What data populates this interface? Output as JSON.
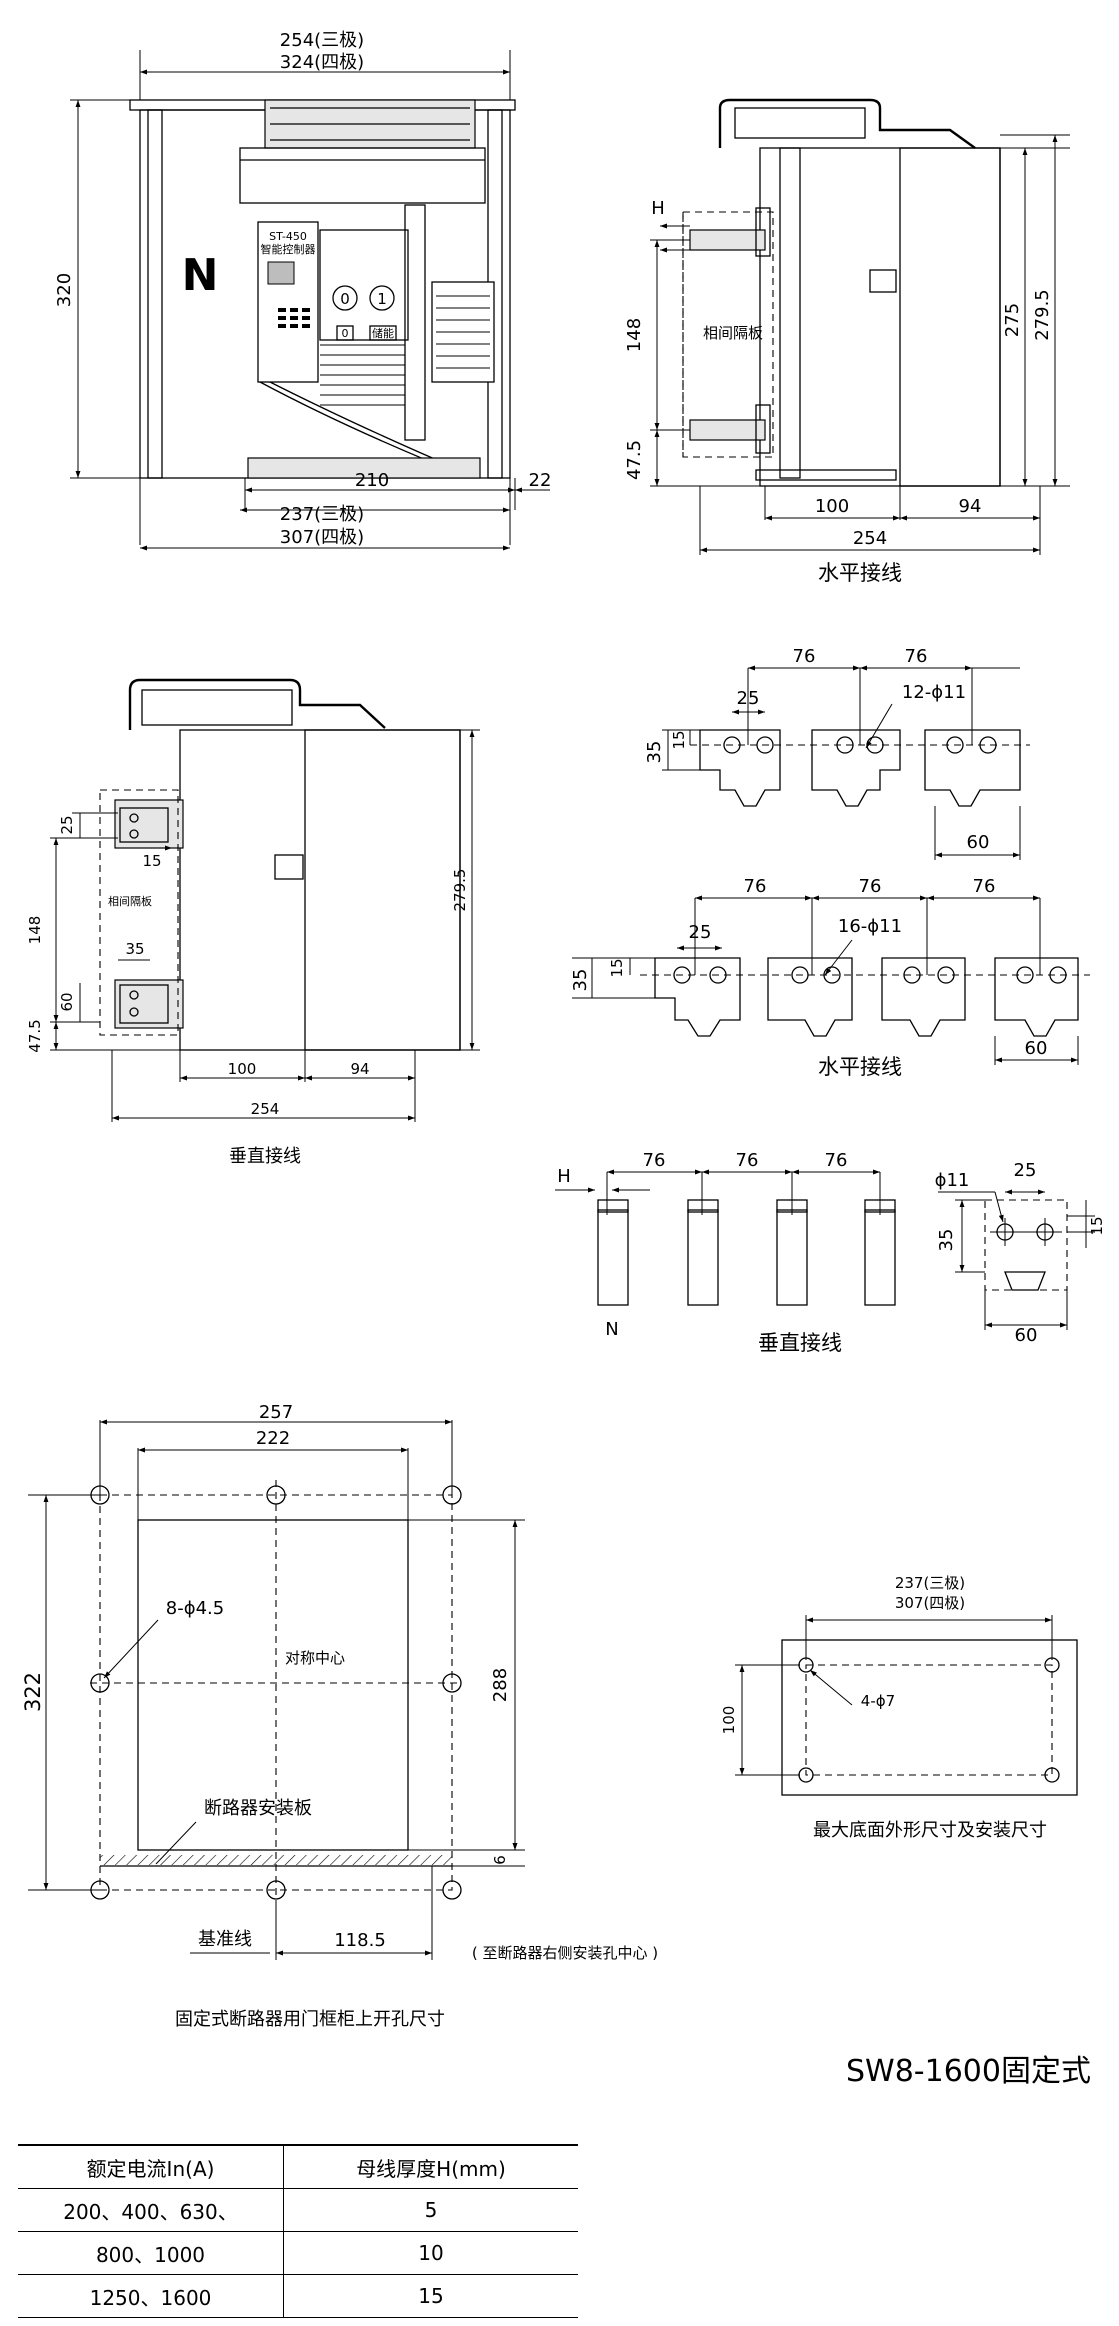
{
  "top_front": {
    "width_3p": "254(三极)",
    "width_4p": "324(四极)",
    "height": "320",
    "n_mark": "N",
    "controller_model": "ST-450",
    "controller_name": "智能控制器",
    "button_off": "0",
    "button_on": "1",
    "button_off_small": "0",
    "button_reset": "储能",
    "dim_210": "210",
    "dim_22": "22",
    "dim_237": "237(三极)",
    "dim_307": "307(四极)"
  },
  "top_side": {
    "label_h": "H",
    "dim_148": "148",
    "dim_47_5": "47.5",
    "phase_plate": "相间隔板",
    "dim_275": "275",
    "dim_279_5": "279.5",
    "dim_100": "100",
    "dim_94": "94",
    "dim_254": "254",
    "caption": "水平接线"
  },
  "vertical_side": {
    "dim_25": "25",
    "dim_15": "15",
    "dim_148": "148",
    "phase_plate": "相间隔板",
    "dim_35": "35",
    "dim_60": "60",
    "dim_47_5": "47.5",
    "dim_279_5": "279.5",
    "dim_100": "100",
    "dim_94": "94",
    "dim_254": "254",
    "caption": "垂直接线"
  },
  "horizontal_3p": {
    "dim_76a": "76",
    "dim_76b": "76",
    "dim_25": "25",
    "holes": "12-ϕ11",
    "dim_15": "15",
    "dim_35": "35",
    "dim_60": "60"
  },
  "horizontal_4p": {
    "dim_76a": "76",
    "dim_76b": "76",
    "dim_76c": "76",
    "dim_25": "25",
    "holes": "16-ϕ11",
    "dim_15": "15",
    "dim_35": "35",
    "dim_60": "60",
    "caption": "水平接线"
  },
  "vertical_bus": {
    "label_h": "H",
    "dim_76a": "76",
    "dim_76b": "76",
    "dim_76c": "76",
    "label_n": "N",
    "caption": "垂直接线",
    "hole": "ϕ11",
    "dim_25": "25",
    "dim_35": "35",
    "dim_15": "15",
    "dim_60": "60"
  },
  "door_cutout": {
    "dim_257": "257",
    "dim_222": "222",
    "holes": "8-ϕ4.5",
    "center": "对称中心",
    "dim_322": "322",
    "dim_288": "288",
    "mount_plate": "断路器安装板",
    "dim_6": "6",
    "baseline": "基准线",
    "dim_118_5": "118.5",
    "note": "( 至断路器右侧安装孔中心 )",
    "caption": "固定式断路器用门框柜上开孔尺寸"
  },
  "base_mount": {
    "dim_237": "237(三极)",
    "dim_307": "307(四极)",
    "holes": "4-ϕ7",
    "dim_100": "100",
    "caption": "最大底面外形尺寸及安装尺寸"
  },
  "model": "SW8-1600固定式",
  "table": {
    "headers": [
      "额定电流In(A)",
      "母线厚度H(mm)"
    ],
    "rows": [
      [
        "200、400、630、",
        "5"
      ],
      [
        "800、1000",
        "10"
      ],
      [
        "1250、1600",
        "15"
      ]
    ]
  }
}
